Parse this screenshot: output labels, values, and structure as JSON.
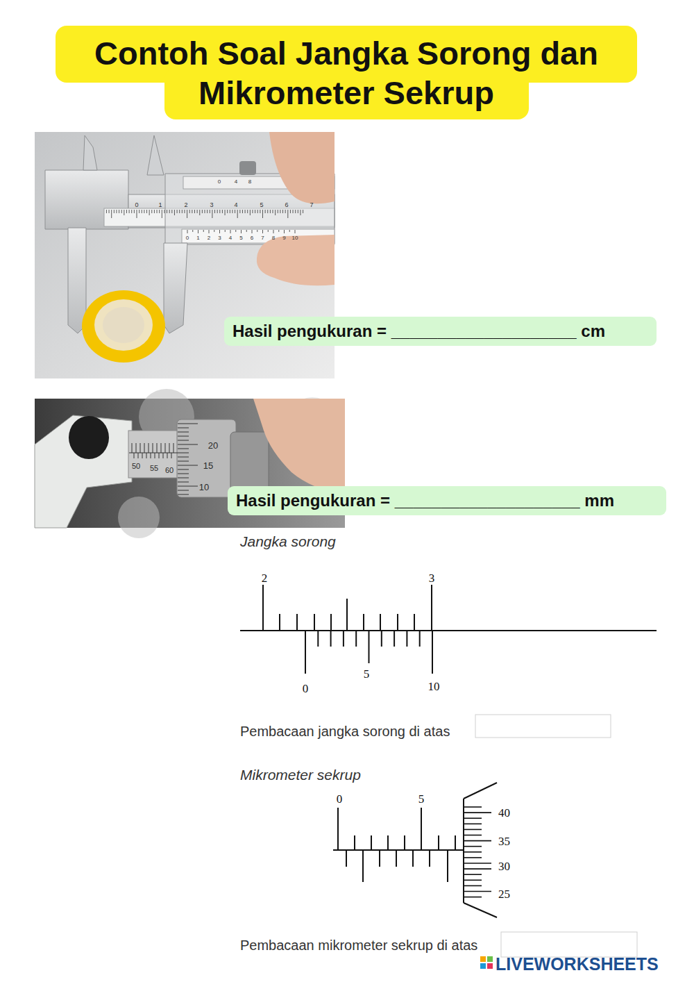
{
  "diagram": {
    "title": "Contoh Soal Jangka Sorong dan Mikrometer Sekrup",
    "nodes": [
      {
        "text": [
          "Hasil pengukuran = ____________________ cm"
        ]
      },
      {
        "text": [
          "Hasil pengukuran = ____________________ mm"
        ]
      }
    ],
    "labels": [
      "0",
      "4",
      "8",
      "0",
      "1",
      "2",
      "3",
      "4",
      "5",
      "6",
      "7",
      "0",
      "1",
      "2",
      "3",
      "4",
      "5",
      "6",
      "7",
      "8",
      "9",
      "10",
      "20",
      "15",
      "10",
      "50",
      "55",
      "60",
      "Jangka sorong",
      "2",
      "3",
      "0",
      "5",
      "10",
      "Pembacaan jangka sorong di atas",
      "Mikrometer sekrup",
      "0",
      "5",
      "40",
      "35",
      "30",
      "25",
      "Pembacaan mikrometer sekrup di atas",
      "LIVEWORKSHEETS"
    ]
  }
}
